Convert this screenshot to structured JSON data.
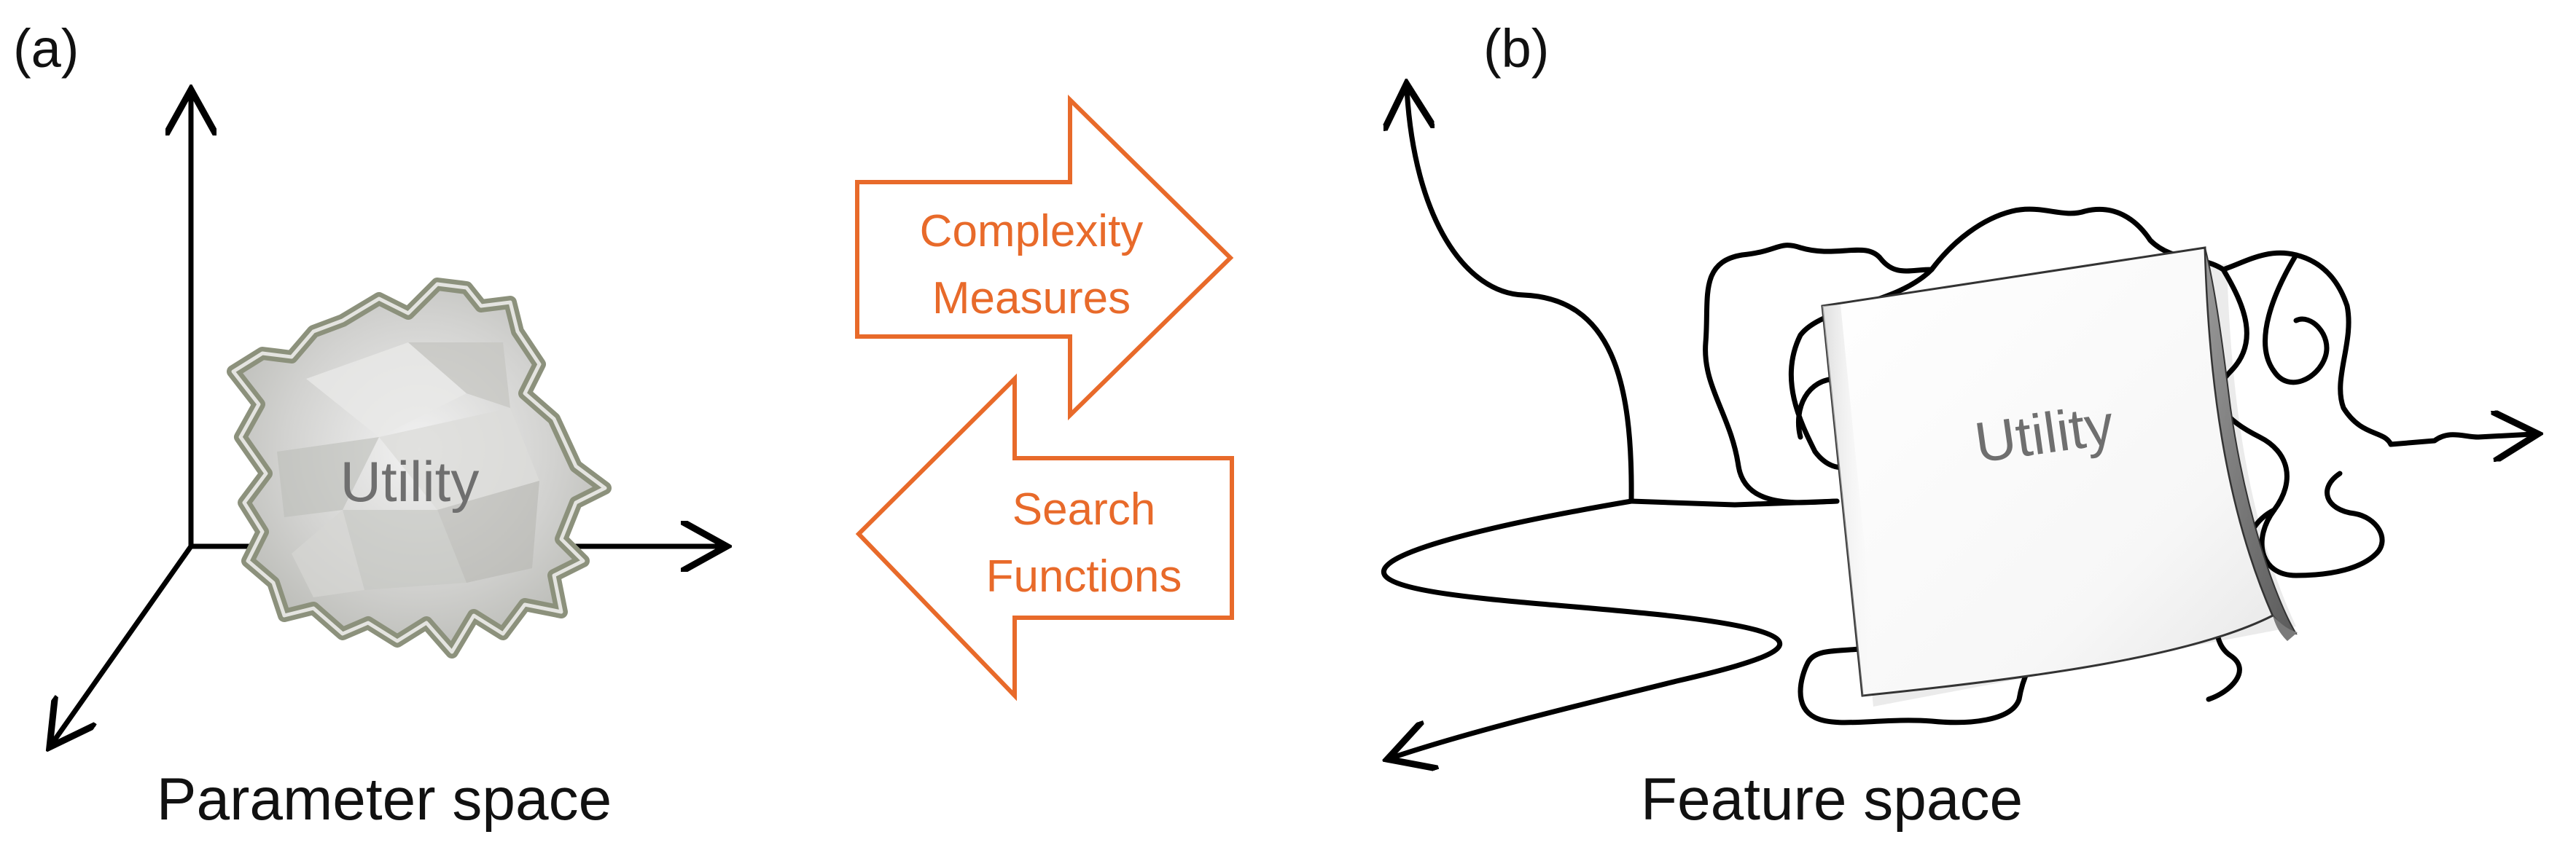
{
  "panel_a": {
    "label": "(a)",
    "blob_label": "Utility",
    "caption": "Parameter space"
  },
  "center_arrows": {
    "right_arrow_lines": [
      "Complexity",
      "Measures"
    ],
    "left_arrow_lines": [
      "Search",
      "Functions"
    ],
    "color": "#E86A2A"
  },
  "panel_b": {
    "label": "(b)",
    "sheet_label": "Utility",
    "caption": "Feature space"
  },
  "colors": {
    "utility_text": "#6f6f6f",
    "blob_stroke": "#8a8f7a",
    "blob_fill": "#d9d9d6"
  }
}
